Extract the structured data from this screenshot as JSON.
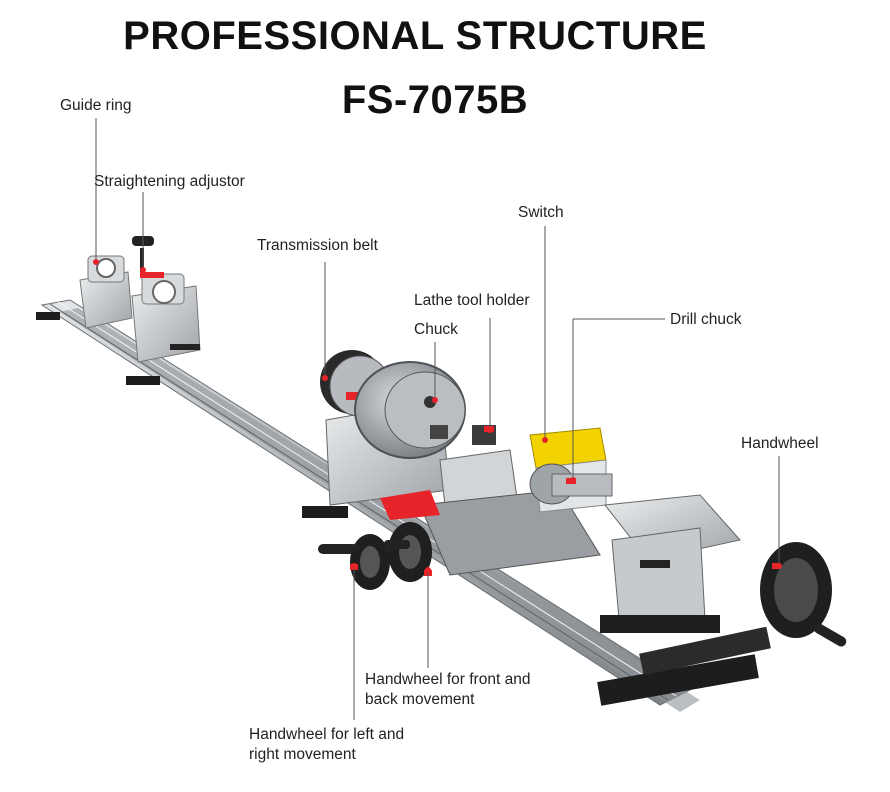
{
  "heading": {
    "line1": "PROFESSIONAL STRUCTURE",
    "line2": "FS-7075B"
  },
  "callouts": {
    "guide_ring": "Guide ring",
    "straightening_adjustor": "Straightening adjustor",
    "transmission_belt": "Transmission belt",
    "switch": "Switch",
    "lathe_tool_holder": "Lathe tool holder",
    "chuck": "Chuck",
    "drill_chuck": "Drill chuck",
    "handwheel": "Handwheel",
    "handwheel_front_back_1": "Handwheel for front and",
    "handwheel_front_back_2": "back movement",
    "handwheel_left_right_1": "Handwheel for left and",
    "handwheel_left_right_2": "right movement"
  },
  "colors": {
    "marker": "#e8242b",
    "rail": "#b9bec3",
    "metal": "#c9cccf",
    "dark": "#1b1b1b",
    "switch_box": "#f2d300"
  }
}
